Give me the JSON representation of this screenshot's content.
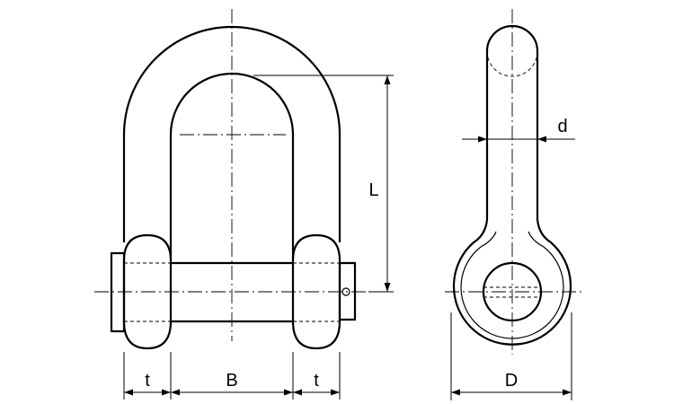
{
  "diagram": {
    "dimensions": {
      "t_left": "t",
      "B": "B",
      "t_right": "t",
      "L": "L",
      "d": "d",
      "D": "D"
    }
  }
}
